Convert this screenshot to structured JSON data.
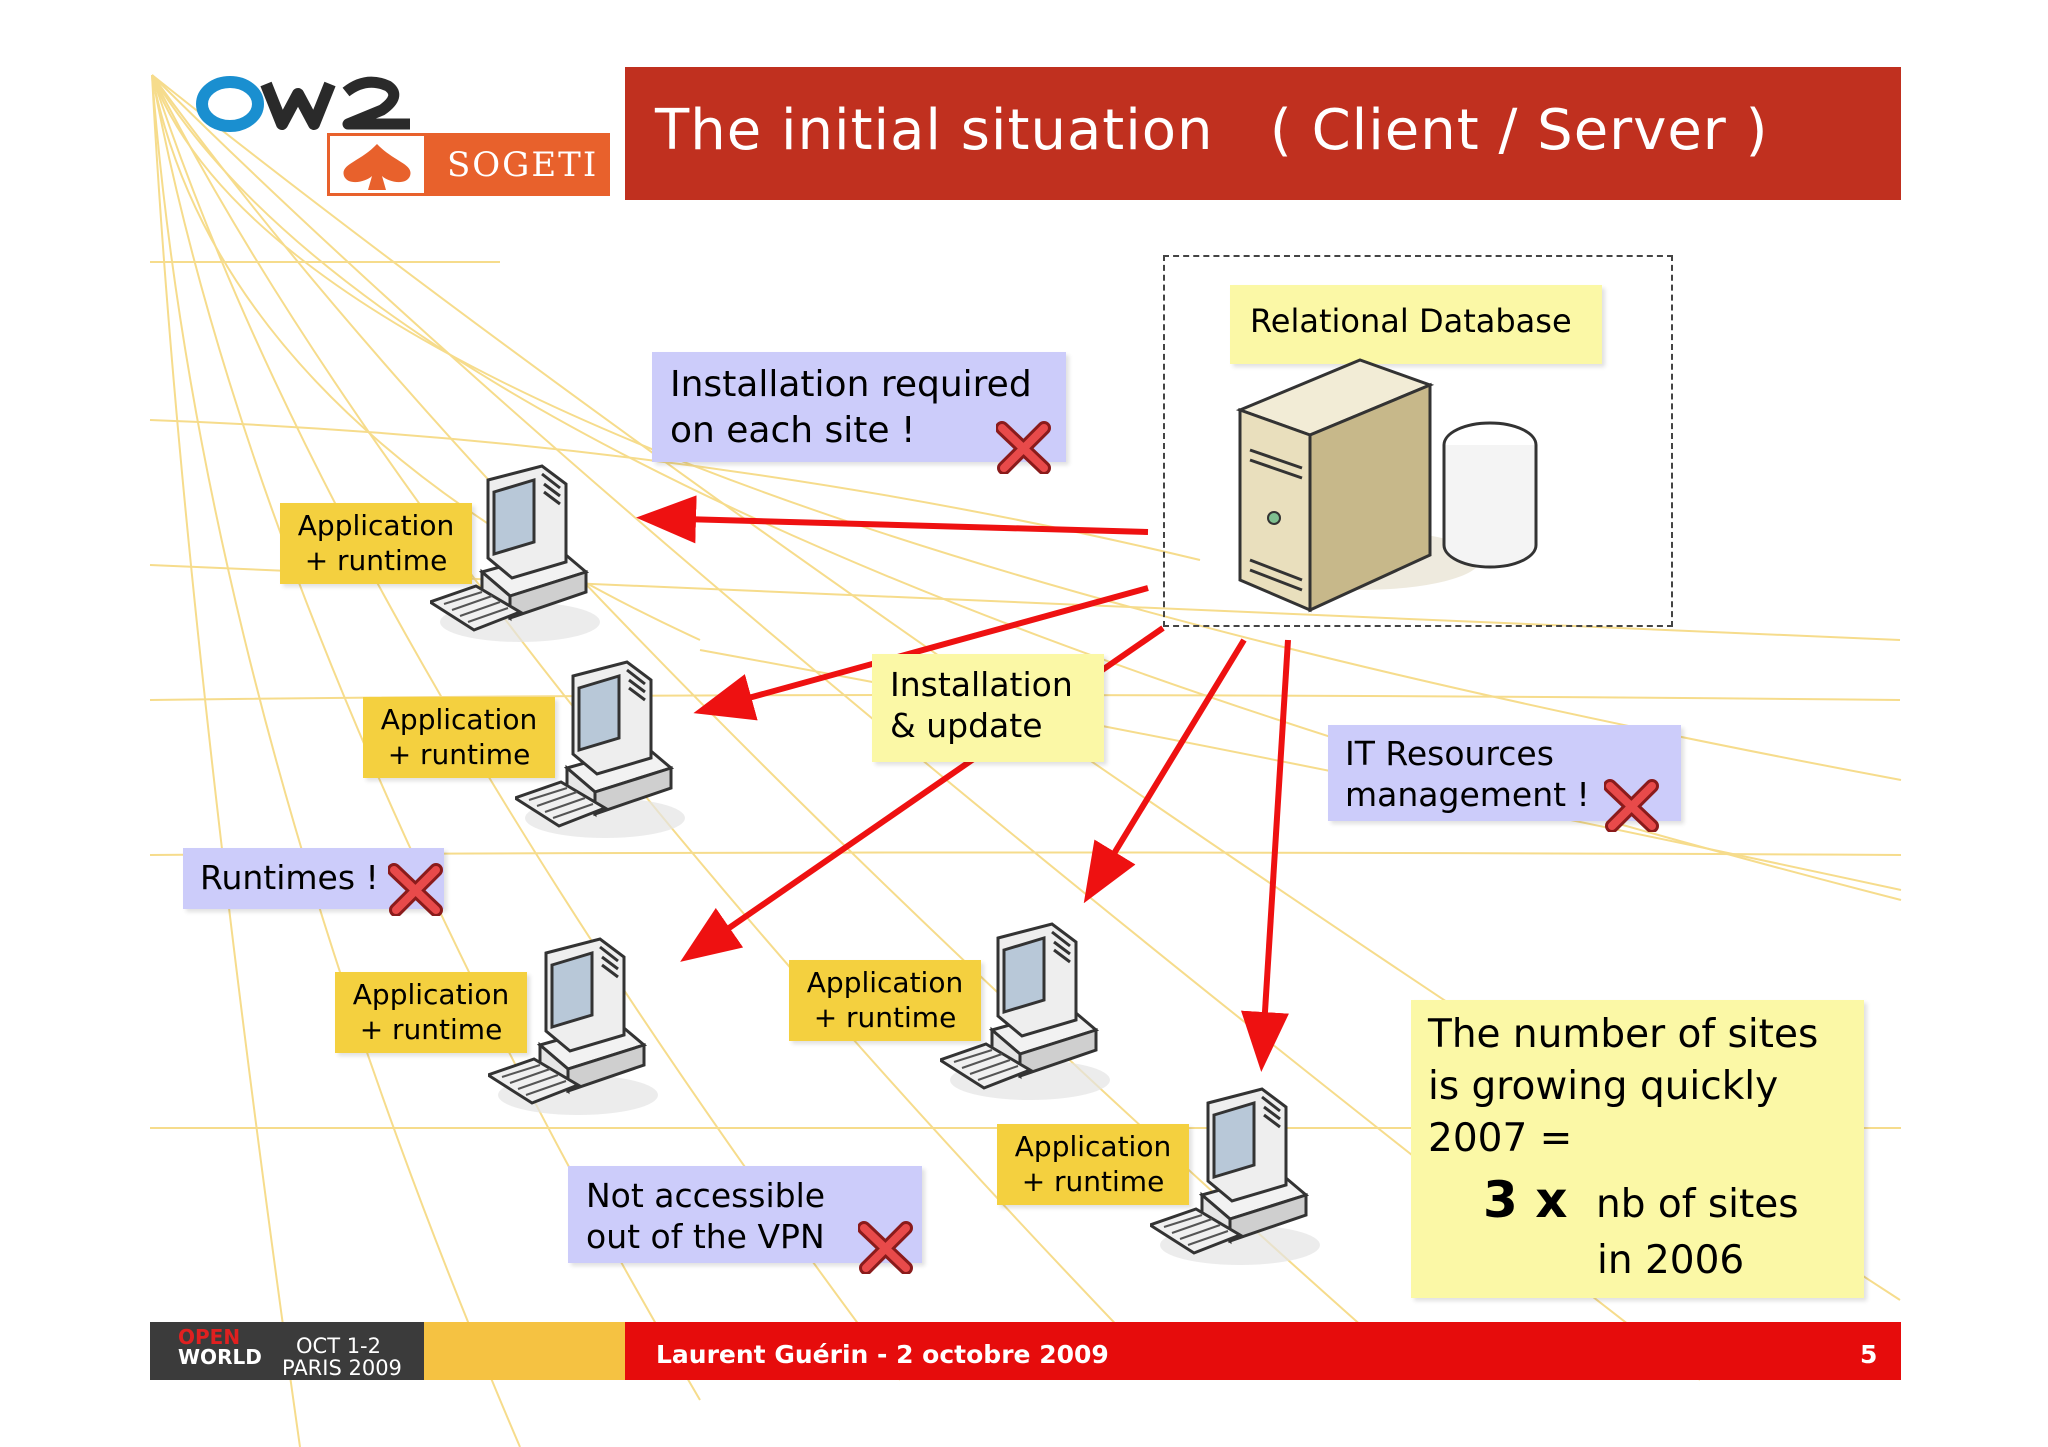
{
  "slide": {
    "title": "The initial situation   ( Client / Server )"
  },
  "logos": {
    "ow2": "OW2",
    "sogeti": "SOGETI"
  },
  "database": {
    "label": "Relational Database"
  },
  "notes": {
    "installation_required": [
      "Installation required",
      "on each site !"
    ],
    "installation_update": [
      "Installation",
      "& update"
    ],
    "it_resources": [
      "IT Resources",
      "management !"
    ],
    "runtimes": "Runtimes !",
    "not_accessible": [
      "Not accessible",
      "out of the VPN"
    ],
    "growth": {
      "line1": "The number of sites",
      "line2": "is growing quickly",
      "line3": "2007 =",
      "multiplier": "3 x",
      "line4": "nb of sites",
      "line5": "in 2006"
    }
  },
  "clients": [
    {
      "line1": "Application",
      "line2": "+ runtime"
    },
    {
      "line1": "Application",
      "line2": "+ runtime"
    },
    {
      "line1": "Application",
      "line2": "+ runtime"
    },
    {
      "line1": "Application",
      "line2": "+ runtime"
    },
    {
      "line1": "Application",
      "line2": "+ runtime"
    }
  ],
  "footer": {
    "event_open": "OPEN",
    "event_world": "WORLD",
    "event_date": "OCT 1-2",
    "event_city": "PARIS 2009",
    "author": "Laurent Guérin - 2 octobre 2009",
    "page": "5"
  },
  "colors": {
    "title_bar": "#c0301f",
    "arrow": "#ee1111",
    "lavender_note": "#ccccfa",
    "yellow_label": "#f4d03f",
    "pale_note": "#fbf8a6",
    "footer_red": "#e60c0c"
  }
}
